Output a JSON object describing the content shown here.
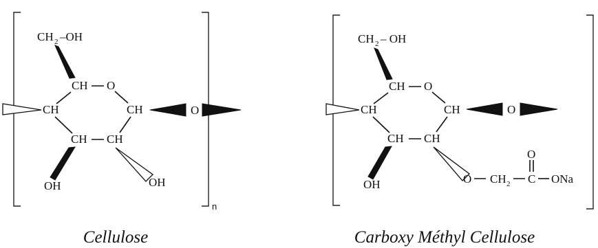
{
  "cellulose": {
    "caption": "Cellulose",
    "repeat_index": "n",
    "atoms": {
      "ch2oh_c": "CH",
      "ch2oh_sub": "2",
      "ch2oh_oh": "–OH",
      "ring_c5": "CH",
      "ring_o": "O",
      "ring_c4": "CH",
      "ring_c1": "CH",
      "ring_c3": "CH",
      "ring_c2": "CH",
      "glyco_o": "O",
      "oh3": "OH",
      "oh2": "OH"
    }
  },
  "cmc": {
    "caption": "Carboxy Méthyl Cellulose",
    "atoms": {
      "ch2oh_c": "CH",
      "ch2oh_sub": "2",
      "ch2oh_oh": "– OH",
      "ring_c5": "CH",
      "ring_o": "O",
      "ring_c4": "CH",
      "ring_c1": "CH",
      "ring_c3": "CH",
      "ring_c2": "CH",
      "glyco_o": "O",
      "oh3": "OH",
      "ether_o": "O",
      "ch2_c": "CH",
      "ch2_sub": "2",
      "carboxyl_c": "C",
      "carbonyl_o": "O",
      "ona": "ONa"
    }
  },
  "colors": {
    "ink": "#111111",
    "background": "#ffffff"
  }
}
